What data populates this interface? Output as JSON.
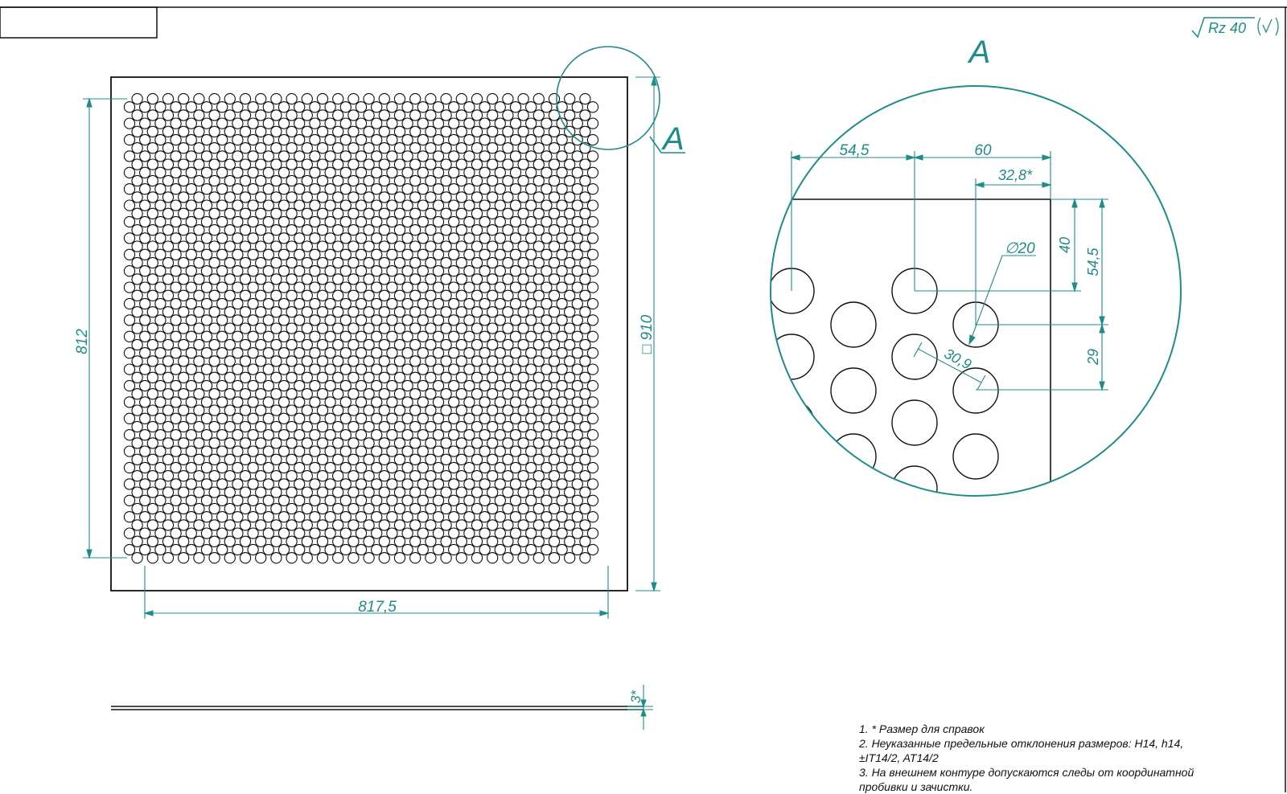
{
  "roughness": {
    "value": "Rz 40"
  },
  "detail_label": "A",
  "main_view": {
    "dim_vertical_pitch": "812",
    "dim_plate_size": "□ 910",
    "dim_horizontal_pitch": "817,5",
    "dim_thickness": "3*"
  },
  "detail_view": {
    "dim_54_5_top": "54,5",
    "dim_60": "60",
    "dim_32_8": "32,8*",
    "dim_hole_dia": "∅20",
    "dim_40": "40",
    "dim_54_5_right": "54,5",
    "dim_29": "29",
    "dim_30_9": "30,9"
  },
  "notes": [
    "1. * Размер для справок",
    "2. Неуказанные предельные отклонения размеров: H14, h14,\n±IT14/2, AT14/2",
    "3. На внешнем контуре допускаются следы от координатной\nпробивки и зачистки."
  ],
  "colors": {
    "dimension": "#1f8c89",
    "outline": "#111111"
  }
}
